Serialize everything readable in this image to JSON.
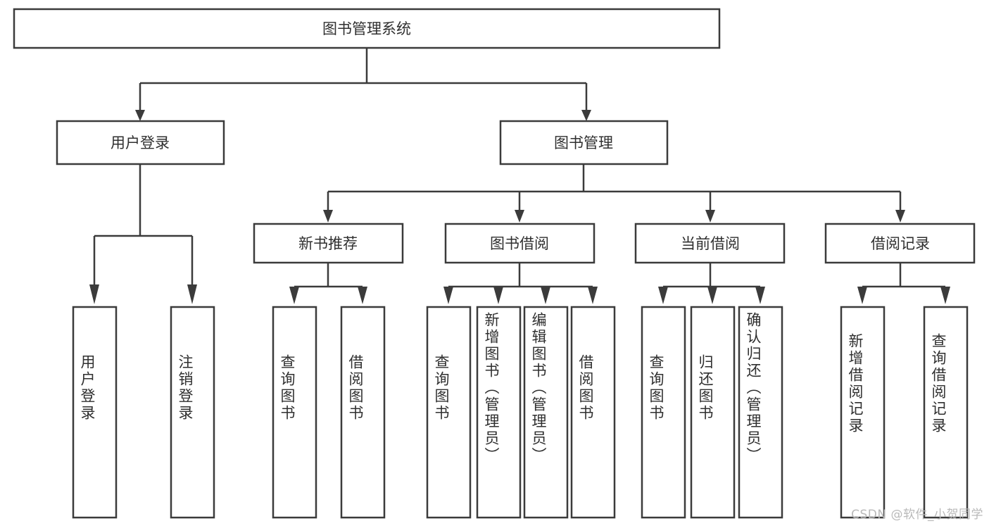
{
  "diagram": {
    "type": "hierarchy-tree",
    "title": "图书管理系统",
    "orientation": "top-down",
    "theme": {
      "background": "#ffffff",
      "box_fill": "#ffffff",
      "box_stroke": "#3b3b3b",
      "text_color": "#2f2f2f",
      "watermark_color": "#b9b9b9"
    },
    "root": {
      "label": "图书管理系统"
    },
    "level2": [
      {
        "label": "用户登录"
      },
      {
        "label": "图书管理"
      }
    ],
    "level3": [
      {
        "label": "新书推荐"
      },
      {
        "label": "图书借阅"
      },
      {
        "label": "当前借阅"
      },
      {
        "label": "借阅记录"
      }
    ],
    "leaves": {
      "user_login": [
        {
          "label": "用户登录"
        },
        {
          "label": "注销登录"
        }
      ],
      "new_book_recommend": [
        {
          "label": "查询图书"
        },
        {
          "label": "借阅图书"
        }
      ],
      "book_borrow": [
        {
          "label": "查询图书"
        },
        {
          "label": "新增图书（管理员）"
        },
        {
          "label": "编辑图书（管理员）"
        },
        {
          "label": "借阅图书"
        }
      ],
      "current_borrow": [
        {
          "label": "查询图书"
        },
        {
          "label": "归还图书"
        },
        {
          "label": "确认归还（管理员）"
        }
      ],
      "borrow_record": [
        {
          "label": "新增借阅记录"
        },
        {
          "label": "查询借阅记录"
        }
      ]
    }
  },
  "watermark": {
    "text": "CSDN @软件_小贺同学"
  }
}
